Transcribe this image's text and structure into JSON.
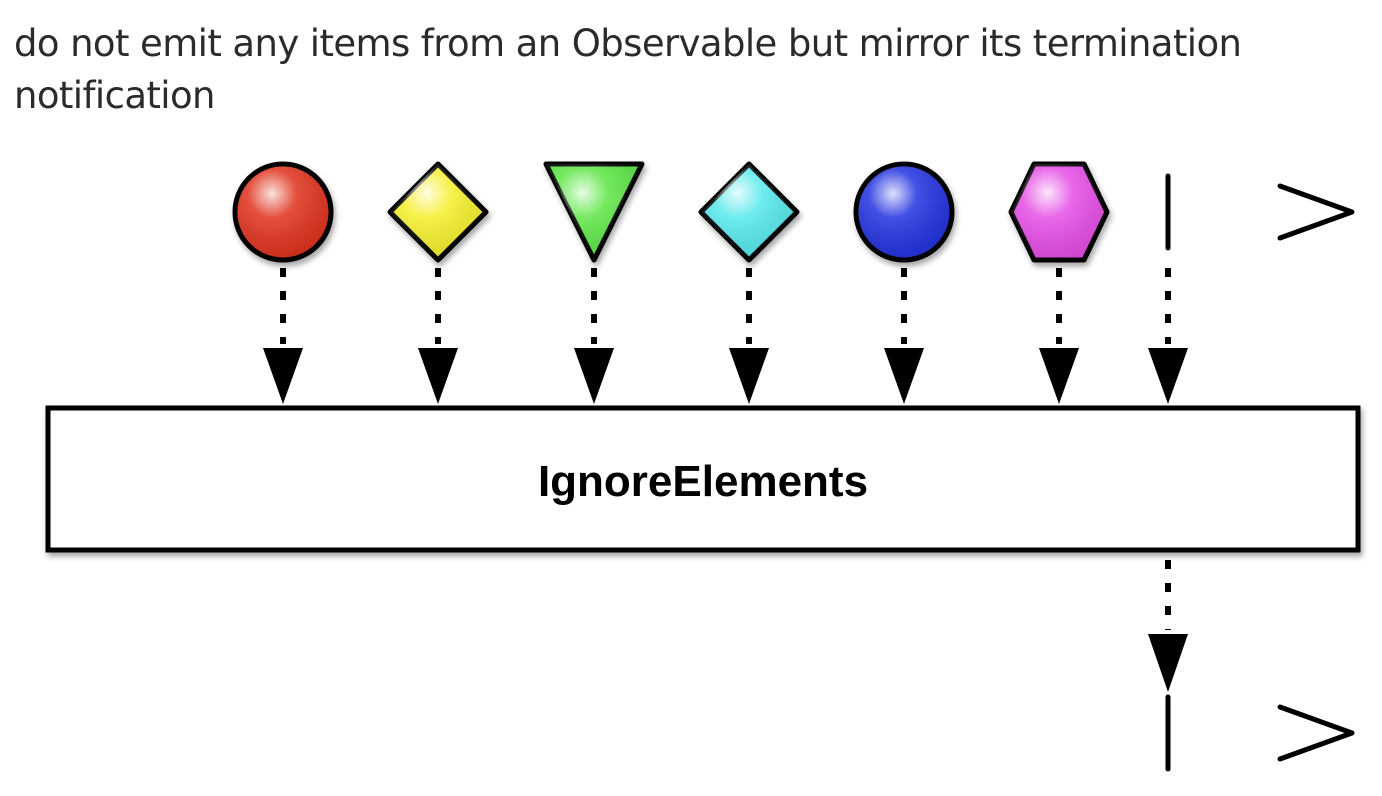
{
  "description": "do not emit any items from an Observable but mirror its termination notification",
  "operator": {
    "name": "IgnoreElements"
  },
  "source_stream": {
    "items": [
      {
        "shape": "circle",
        "color": "#e0301e"
      },
      {
        "shape": "diamond",
        "color": "#f5ef2c"
      },
      {
        "shape": "triangle-down",
        "color": "#5de645"
      },
      {
        "shape": "diamond",
        "color": "#55e8ec"
      },
      {
        "shape": "circle",
        "color": "#2230e0"
      },
      {
        "shape": "hexagon",
        "color": "#e64ee6"
      }
    ],
    "termination": "complete"
  },
  "output_stream": {
    "items": [],
    "termination": "complete"
  }
}
